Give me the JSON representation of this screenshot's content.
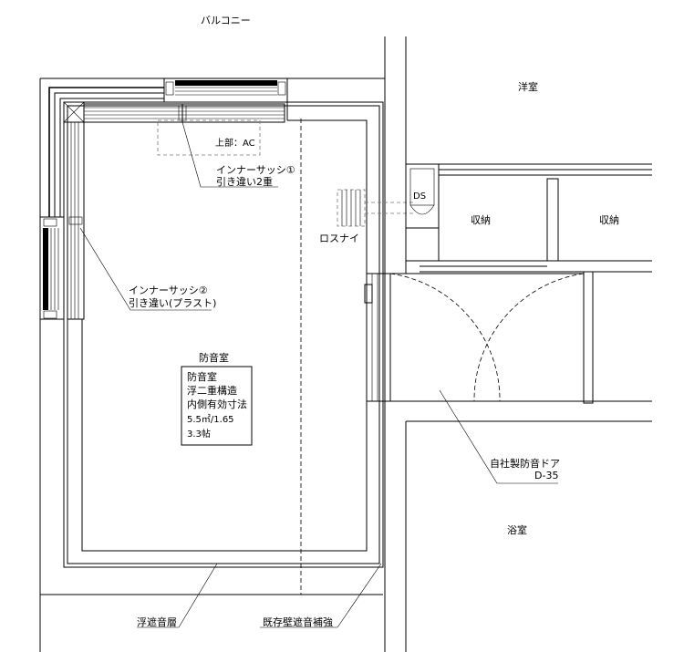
{
  "labels": {
    "balcony": "バルコニー",
    "western_room": "洋室",
    "ceiling_ac": "上部：AC",
    "inner_sash_1": "インナーサッシ①",
    "inner_sash_1_sub": "引き違い2重",
    "storage_1": "収納",
    "storage_2": "収納",
    "ds": "DS",
    "losnay": "ロスナイ",
    "inner_sash_2": "インナーサッシ②",
    "inner_sash_2_sub": "引き違い(プラスト)",
    "soundproof_room_title": "防音室",
    "spec_1": "防音室",
    "spec_2": "浮二重構造",
    "spec_3": "内側有効寸法",
    "spec_4": "5.5㎡/1.65",
    "spec_5": "3.3帖",
    "door_name": "自社製防音ドア",
    "door_code": "D-35",
    "bathroom": "浴室",
    "floating_layer": "浮遮音層",
    "wall_reinforcement": "既存壁遮音補強"
  }
}
